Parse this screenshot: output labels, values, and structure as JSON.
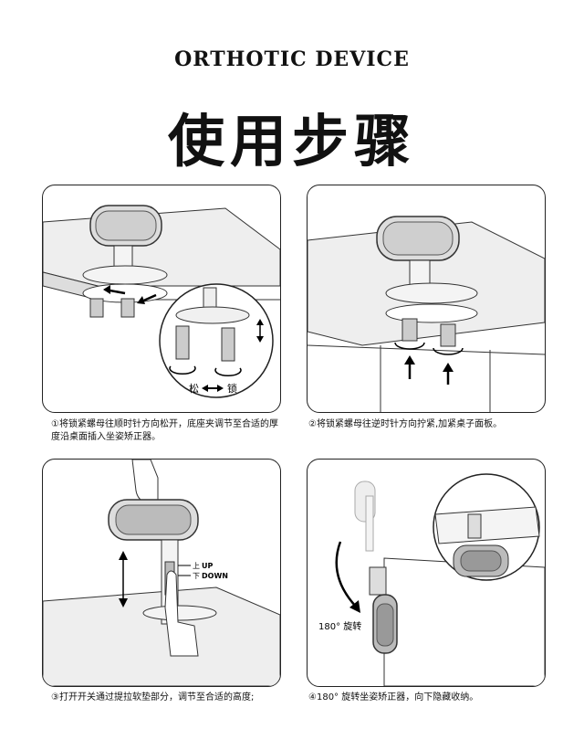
{
  "header": {
    "title_en": "ORTHOTIC DEVICE",
    "title_cn": "使用步骤"
  },
  "steps": [
    {
      "caption": "①将锁紧螺母往顺时针方向松开，底座夹调节至合适的厚度沿桌面插入坐姿矫正器。",
      "labels": {
        "loosen": "松",
        "lock": "锁"
      }
    },
    {
      "caption": "②将锁紧螺母往逆时针方向拧紧,加紧桌子面板。"
    },
    {
      "caption": "③打开开关通过提拉软垫部分，调节至合适的高度;",
      "labels": {
        "up_cn": "上",
        "up_en": "UP",
        "down_cn": "下",
        "down_en": "DOWN"
      }
    },
    {
      "caption": "④180° 旋转坐姿矫正器，向下隐藏收纳。",
      "labels": {
        "rotate": "180° 旋转"
      }
    }
  ]
}
